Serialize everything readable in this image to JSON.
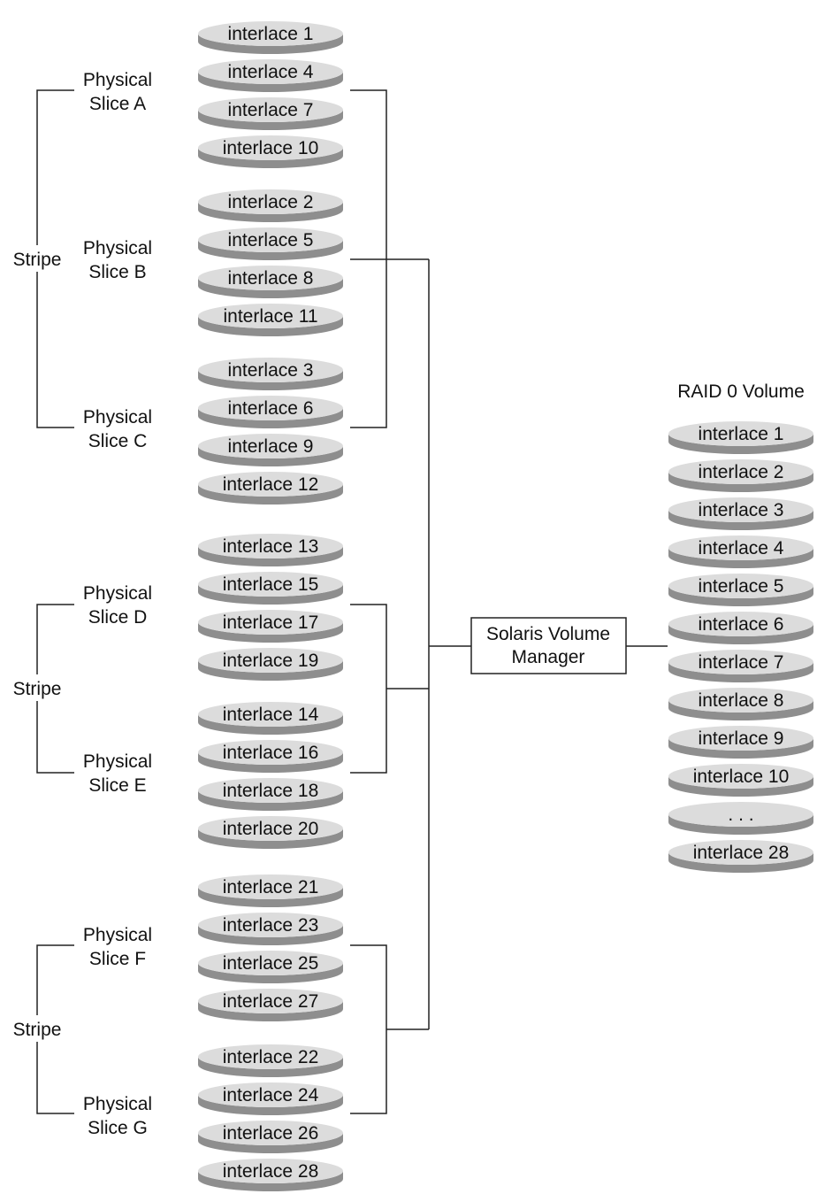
{
  "colors": {
    "disk_top": "#dcdcdc",
    "disk_edge": "#8e8e8e",
    "line": "#222222"
  },
  "slices": [
    {
      "label_line1": "Physical",
      "label_line2": "Slice A",
      "disks": [
        "interlace 1",
        "interlace 4",
        "interlace 7",
        "interlace 10"
      ]
    },
    {
      "label_line1": "Physical",
      "label_line2": "Slice B",
      "disks": [
        "interlace 2",
        "interlace 5",
        "interlace 8",
        "interlace 11"
      ]
    },
    {
      "label_line1": "Physical",
      "label_line2": "Slice C",
      "disks": [
        "interlace 3",
        "interlace 6",
        "interlace 9",
        "interlace 12"
      ]
    },
    {
      "label_line1": "Physical",
      "label_line2": "Slice D",
      "disks": [
        "interlace 13",
        "interlace 15",
        "interlace 17",
        "interlace 19"
      ]
    },
    {
      "label_line1": "Physical",
      "label_line2": "Slice E",
      "disks": [
        "interlace 14",
        "interlace 16",
        "interlace 18",
        "interlace 20"
      ]
    },
    {
      "label_line1": "Physical",
      "label_line2": "Slice F",
      "disks": [
        "interlace 21",
        "interlace 23",
        "interlace 25",
        "interlace 27"
      ]
    },
    {
      "label_line1": "Physical",
      "label_line2": "Slice G",
      "disks": [
        "interlace 22",
        "interlace 24",
        "interlace 26",
        "interlace 28"
      ]
    }
  ],
  "stripes": [
    {
      "label": "Stripe"
    },
    {
      "label": "Stripe"
    },
    {
      "label": "Stripe"
    }
  ],
  "manager": {
    "line1": "Solaris Volume",
    "line2": "Manager"
  },
  "volume": {
    "title": "RAID 0 Volume",
    "disks": [
      "interlace 1",
      "interlace 2",
      "interlace 3",
      "interlace 4",
      "interlace 5",
      "interlace 6",
      "interlace 7",
      "interlace 8",
      "interlace 9",
      "interlace 10",
      ". . .",
      "interlace 28"
    ]
  }
}
